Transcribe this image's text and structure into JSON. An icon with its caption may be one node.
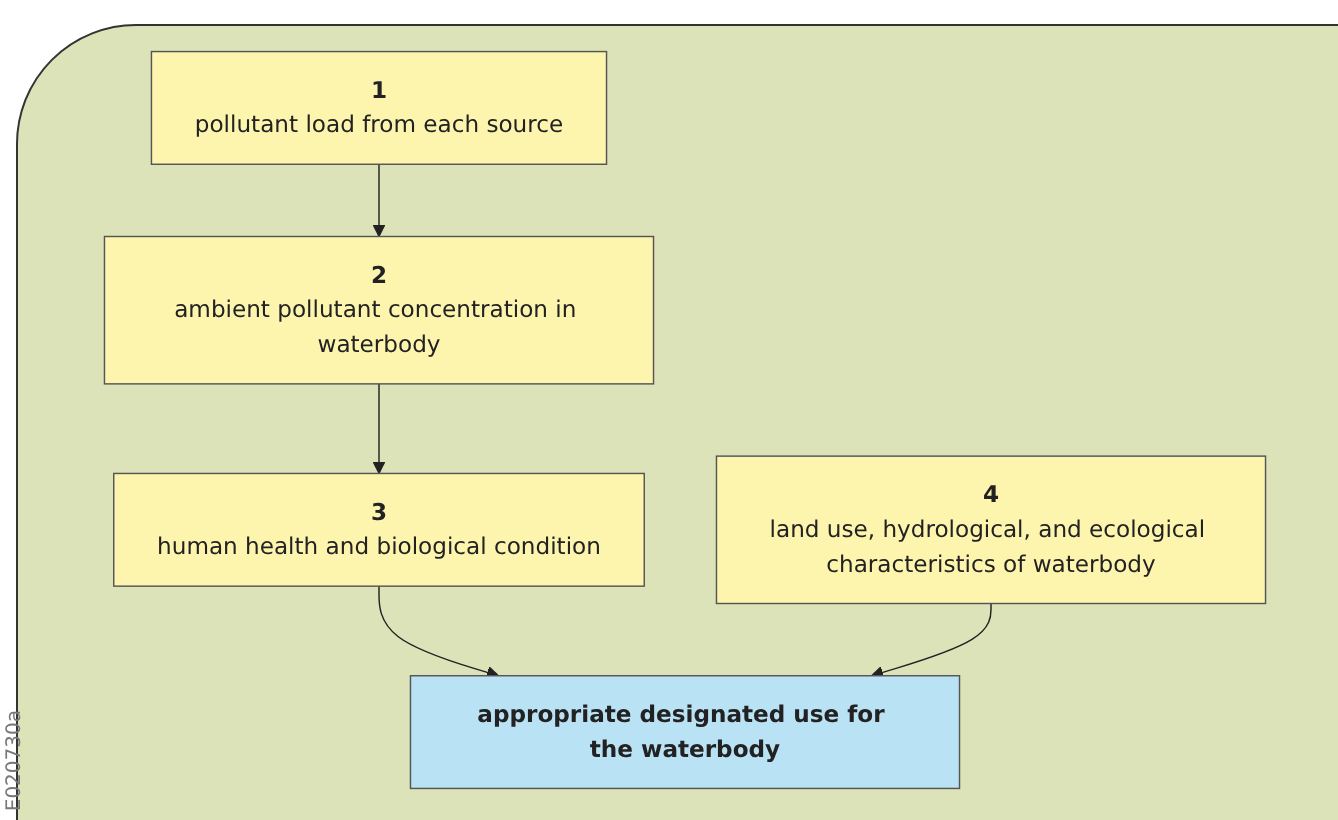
{
  "diagram": {
    "nodes": [
      {
        "text": [
          "1",
          "pollutant load from each source"
        ]
      },
      {
        "text": [
          "2",
          "ambient pollutant concentration in waterbody"
        ]
      },
      {
        "text": [
          "3",
          "human health and biological condition"
        ]
      },
      {
        "text": [
          "4",
          "land use, hydrological, and ecological characteristics of waterbody"
        ]
      },
      {
        "text": [
          "appropriate designated use for the waterbody"
        ]
      }
    ],
    "edges": [
      {
        "from": 0,
        "to": 1,
        "arrow": "to"
      },
      {
        "from": 1,
        "to": 2,
        "arrow": "to"
      },
      {
        "from": 2,
        "to": 4,
        "arrow": "to"
      },
      {
        "from": 3,
        "to": 4,
        "arrow": "to"
      }
    ],
    "labels": [
      "E020730a"
    ]
  }
}
